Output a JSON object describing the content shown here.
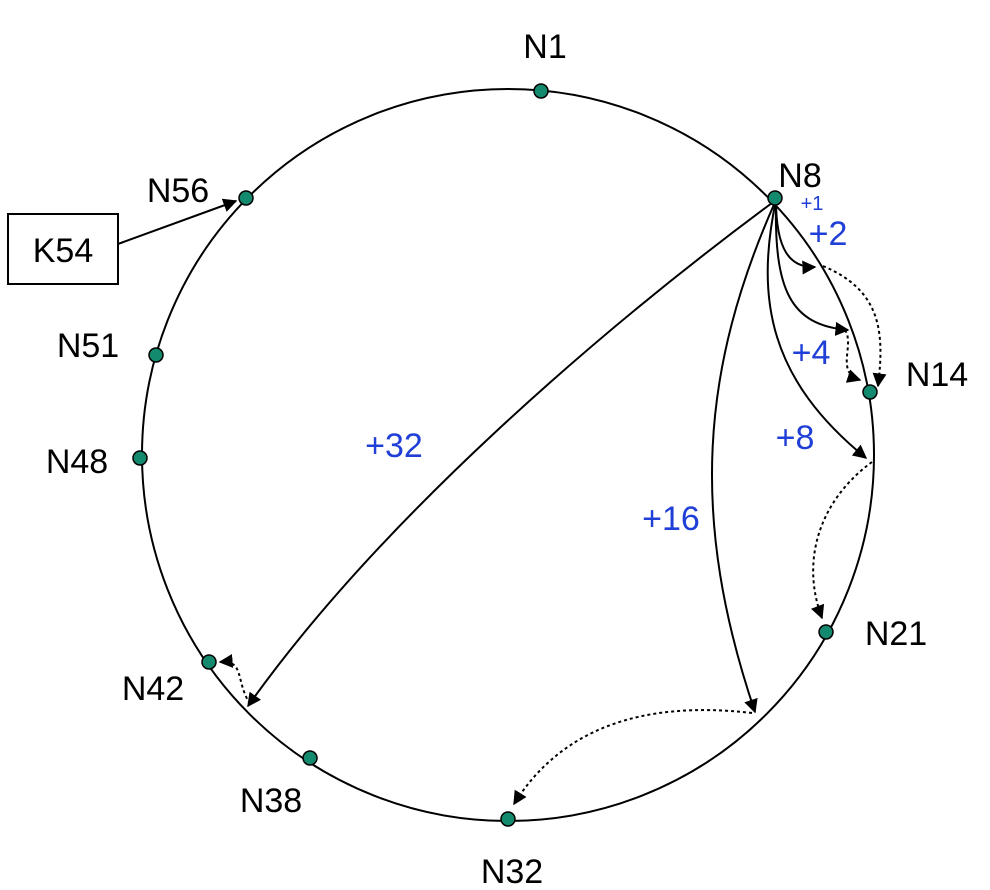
{
  "nodes": [
    {
      "id": "n1",
      "label": "N1"
    },
    {
      "id": "n8",
      "label": "N8"
    },
    {
      "id": "n14",
      "label": "N14"
    },
    {
      "id": "n21",
      "label": "N21"
    },
    {
      "id": "n32",
      "label": "N32"
    },
    {
      "id": "n38",
      "label": "N38"
    },
    {
      "id": "n42",
      "label": "N42"
    },
    {
      "id": "n48",
      "label": "N48"
    },
    {
      "id": "n51",
      "label": "N51"
    },
    {
      "id": "n56",
      "label": "N56"
    }
  ],
  "fingers": {
    "plus1": "+1",
    "plus2": "+2",
    "plus4": "+4",
    "plus8": "+8",
    "plus16": "+16",
    "plus32": "+32"
  },
  "key": {
    "label": "K54"
  },
  "colors": {
    "node_fill": "#138a6e",
    "finger_text": "#1f3fd6",
    "line": "#000000"
  }
}
